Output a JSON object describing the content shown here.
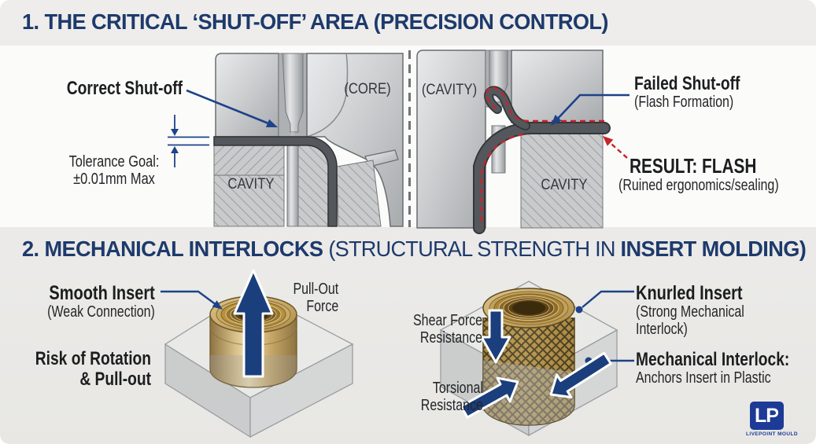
{
  "section1": {
    "title": "1. THE CRITICAL ‘SHUT-OFF’ AREA (PRECISION CONTROL)",
    "left": {
      "label": "Correct Shut-off",
      "tolerance_line1": "Tolerance Goal:",
      "tolerance_line2": "±0.01mm Max",
      "core_label": "(CORE)",
      "cavity_label": "CAVITY"
    },
    "right": {
      "cavity_top_label": "(CAVITY)",
      "fail_label": "Failed Shut-off",
      "fail_sub": "(Flash Formation)",
      "result_label": "RESULT: FLASH",
      "result_sub": "(Ruined ergonomics/sealing)",
      "cavity_label": "CAVITY"
    }
  },
  "section2": {
    "title_part1": "2. MECHANICAL INTERLOCKS ",
    "title_mid": "(STRUCTURAL STRENGTH IN ",
    "title_part2": "INSERT MOLDING)",
    "left": {
      "insert_label": "Smooth Insert",
      "insert_sub": "(Weak Connection)",
      "risk_line1": "Risk of Rotation",
      "risk_line2": "& Pull-out",
      "force_line1": "Pull-Out",
      "force_line2": "Force"
    },
    "right": {
      "shear_line1": "Shear Force",
      "shear_line2": "Resistance",
      "torsion_line1": "Torsional",
      "torsion_line2": "Resistance",
      "insert_label": "Knurled Insert",
      "insert_sub1": "(Strong Mechanical",
      "insert_sub2": "Interlock)",
      "interlock_label": "Mechanical Interlock:",
      "interlock_sub": "Anchors Insert in Plastic"
    }
  },
  "logo": {
    "initials": "LP",
    "name": "LIVEPOINT MOULD"
  },
  "icons": {
    "pull_out_arrow": "up-arrow",
    "shear_arrow": "down-arrow",
    "torsion_arrow_left": "up-right-arrow",
    "torsion_arrow_right": "down-left-arrow",
    "flash_arrow": "red-dashed-arrow"
  },
  "colors": {
    "navy_title": "#1d3a6c",
    "label_black": "#1b1d1f",
    "connector_blue": "#1d4289",
    "force_arrow_blue": "#1b3e7c",
    "flash_red": "#c8232a",
    "logo_blue": "#1d3b96",
    "brass": "#c8a75e",
    "dark_mold": "#54585c"
  }
}
